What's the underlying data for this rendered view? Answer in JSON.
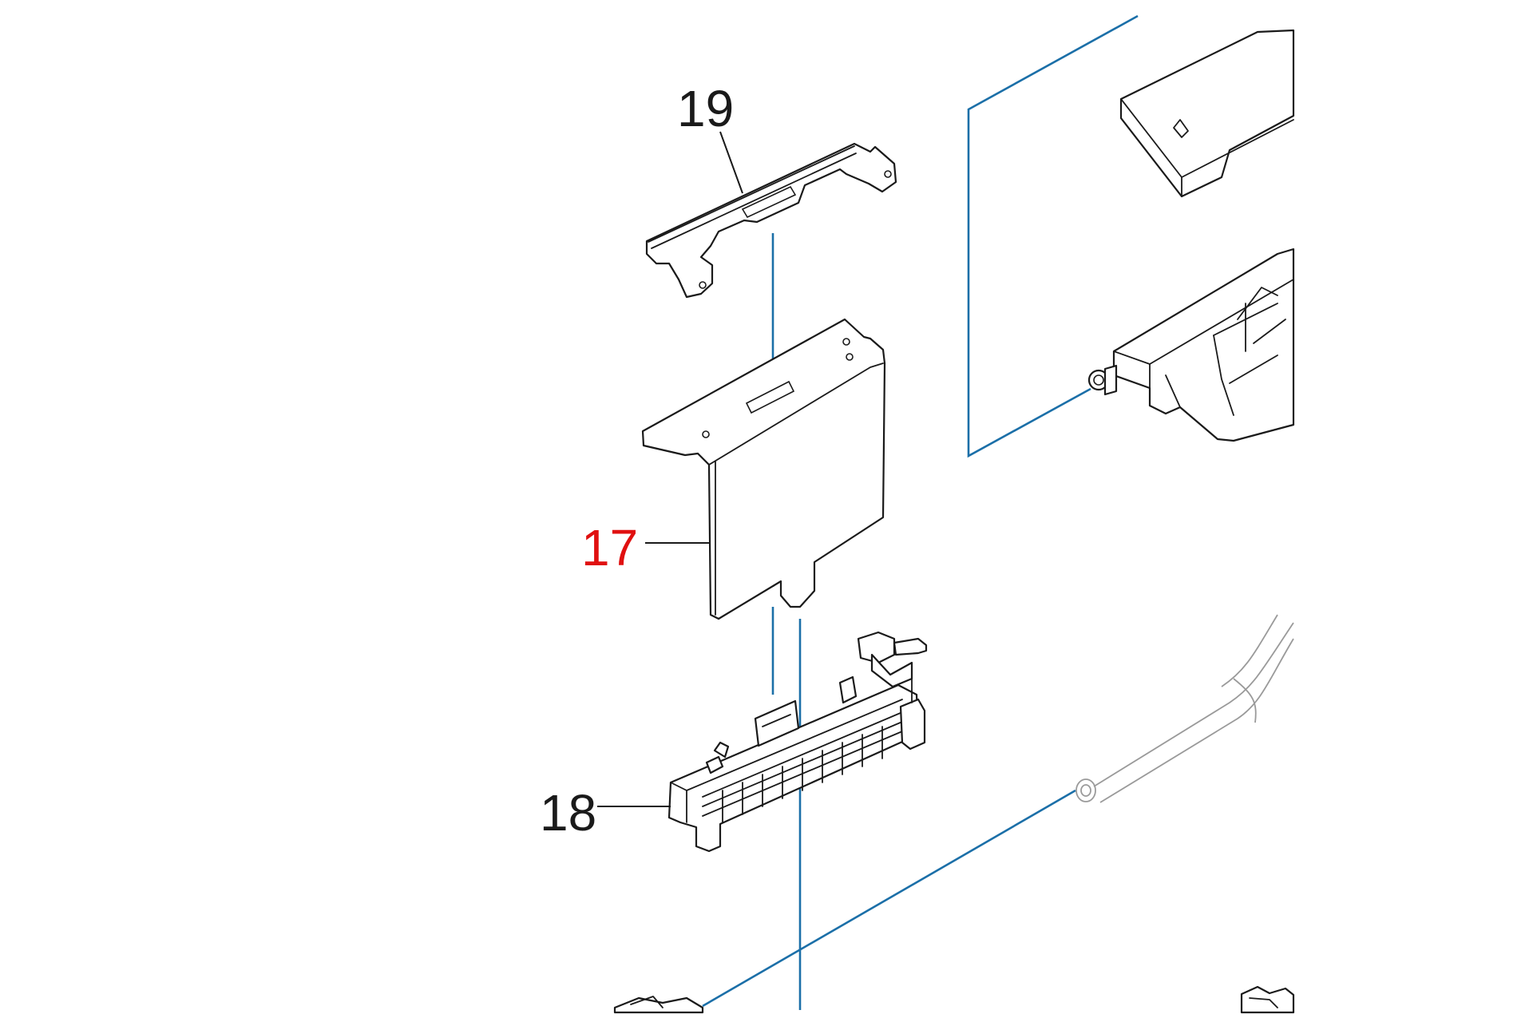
{
  "colors": {
    "background": "#ffffff",
    "linework": "#1a1a1a",
    "assembly_axis": "#1b6fa8",
    "highlight_label": "#e01010",
    "normal_label": "#1a1a1a",
    "tube": "#9a9a9a"
  },
  "callouts": [
    {
      "part_number": "19",
      "highlighted": false
    },
    {
      "part_number": "17",
      "highlighted": true
    },
    {
      "part_number": "18",
      "highlighted": false
    }
  ]
}
